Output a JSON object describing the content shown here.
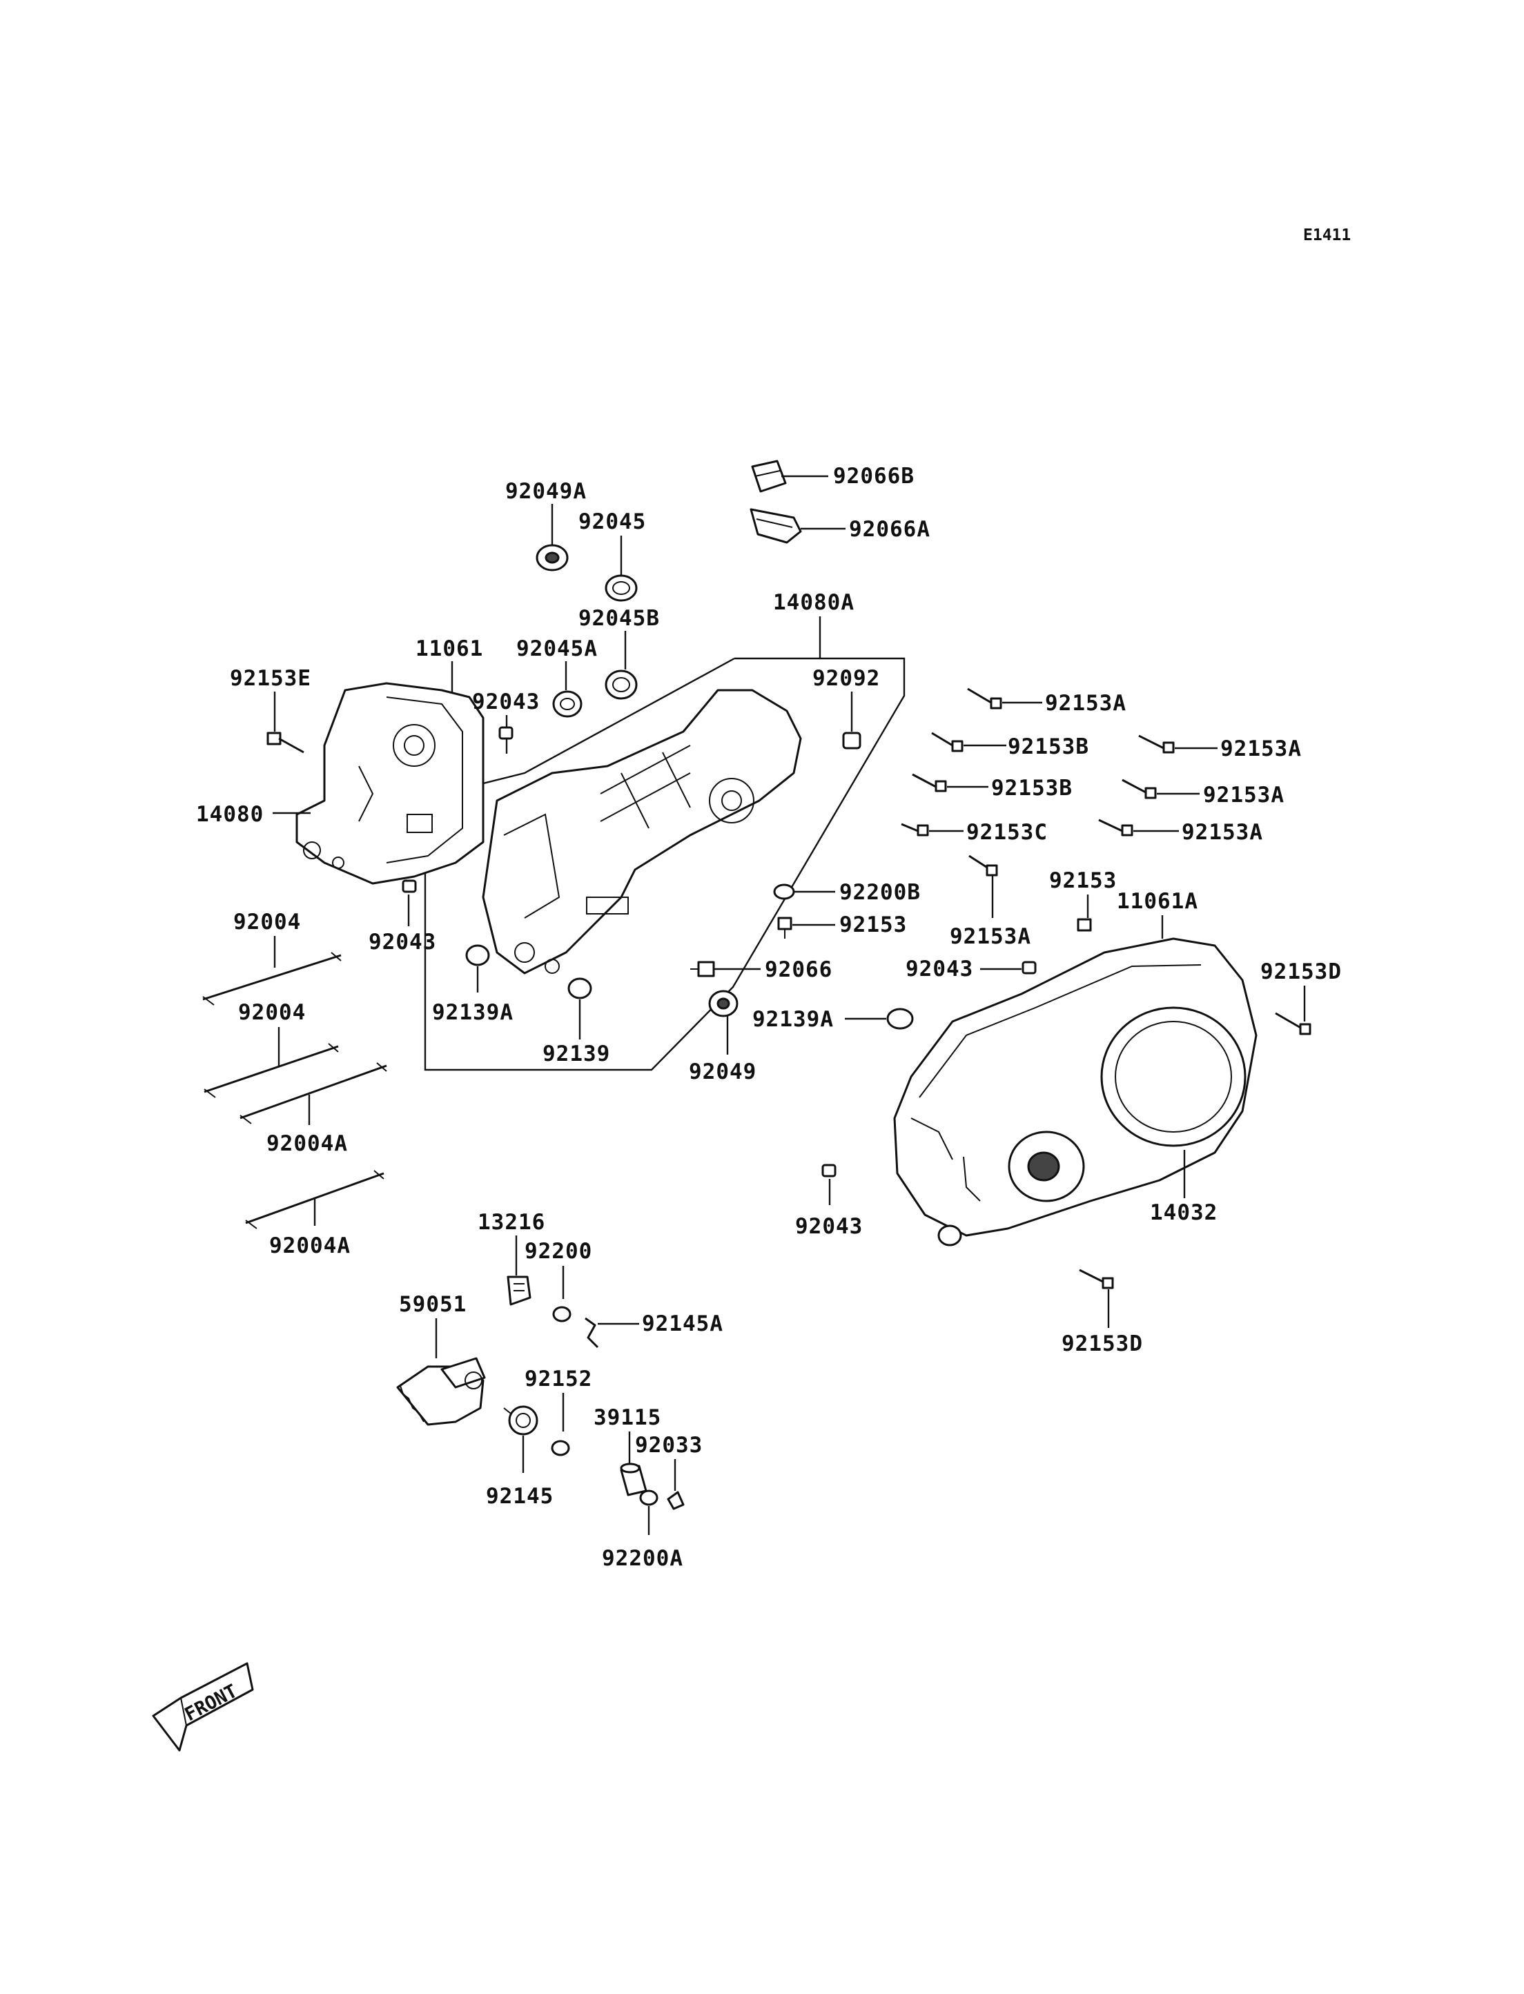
{
  "diagram_code": "E1411",
  "front_label": "FRONT",
  "labels": {
    "p92066B": "92066B",
    "p92066A": "92066A",
    "p92049A": "92049A",
    "p92045": "92045",
    "p92045B": "92045B",
    "p14080A": "14080A",
    "p92153E": "92153E",
    "p11061": "11061",
    "p92045A": "92045A",
    "p92043a": "92043",
    "p92092": "92092",
    "p92153A1": "92153A",
    "p92153B1": "92153B",
    "p92153A2": "92153A",
    "p92153B2": "92153B",
    "p92153A3": "92153A",
    "p92153C": "92153C",
    "p92153A4": "92153A",
    "p14080": "14080",
    "p92153a": "92153",
    "p11061A": "11061A",
    "p92200B": "92200B",
    "p92153b": "92153",
    "p92153A5": "92153A",
    "p92004a": "92004",
    "p92043b": "92043",
    "p92066": "92066",
    "p92043c": "92043",
    "p92153D1": "92153D",
    "p92139A1": "92139A",
    "p92139A2": "92139A",
    "p92004b": "92004",
    "p92139": "92139",
    "p92049": "92049",
    "p92004A1": "92004A",
    "p14032": "14032",
    "p92043d": "92043",
    "p92004A2": "92004A",
    "p13216": "13216",
    "p92200": "92200",
    "p59051": "59051",
    "p92145A": "92145A",
    "p92152": "92152",
    "p92153D2": "92153D",
    "p39115": "39115",
    "p92033": "92033",
    "p92145": "92145",
    "p92200A": "92200A"
  }
}
